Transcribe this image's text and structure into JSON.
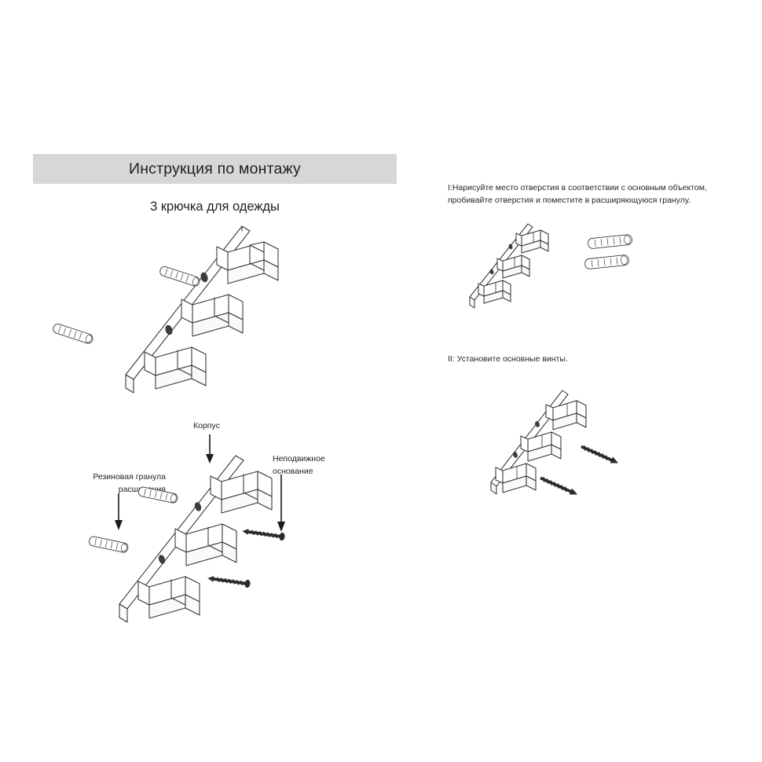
{
  "document": {
    "title": "Инструкция по монтажу",
    "subtitle": "3 крючка для одежды"
  },
  "steps": [
    {
      "id": "step-1",
      "text": "I:Нарисуйте место отверстия в соответствии с основным объектом, пробивайте отверстия и поместите в расширяющуюся гранулу."
    },
    {
      "id": "step-2",
      "text": "II: Установите основные винты."
    }
  ],
  "callouts": {
    "body": "Корпус",
    "granule": "Резиновая гранула расширения",
    "base": "Неподвижное основание"
  },
  "icons": {
    "arrow_down": "arrow-down-icon",
    "anchor": "wall-anchor-icon",
    "screw": "screw-icon",
    "hook": "coat-hook-icon",
    "plate": "mounting-plate-icon"
  },
  "colors": {
    "banner": "#d7d7d7",
    "line": "#333333",
    "screw": "#2b2b2b",
    "text": "#1e1e1e",
    "page": "#ffffff"
  },
  "parts": {
    "hook_count": 3,
    "anchor_count": 2,
    "screw_count": 2,
    "hole_count": 2
  }
}
